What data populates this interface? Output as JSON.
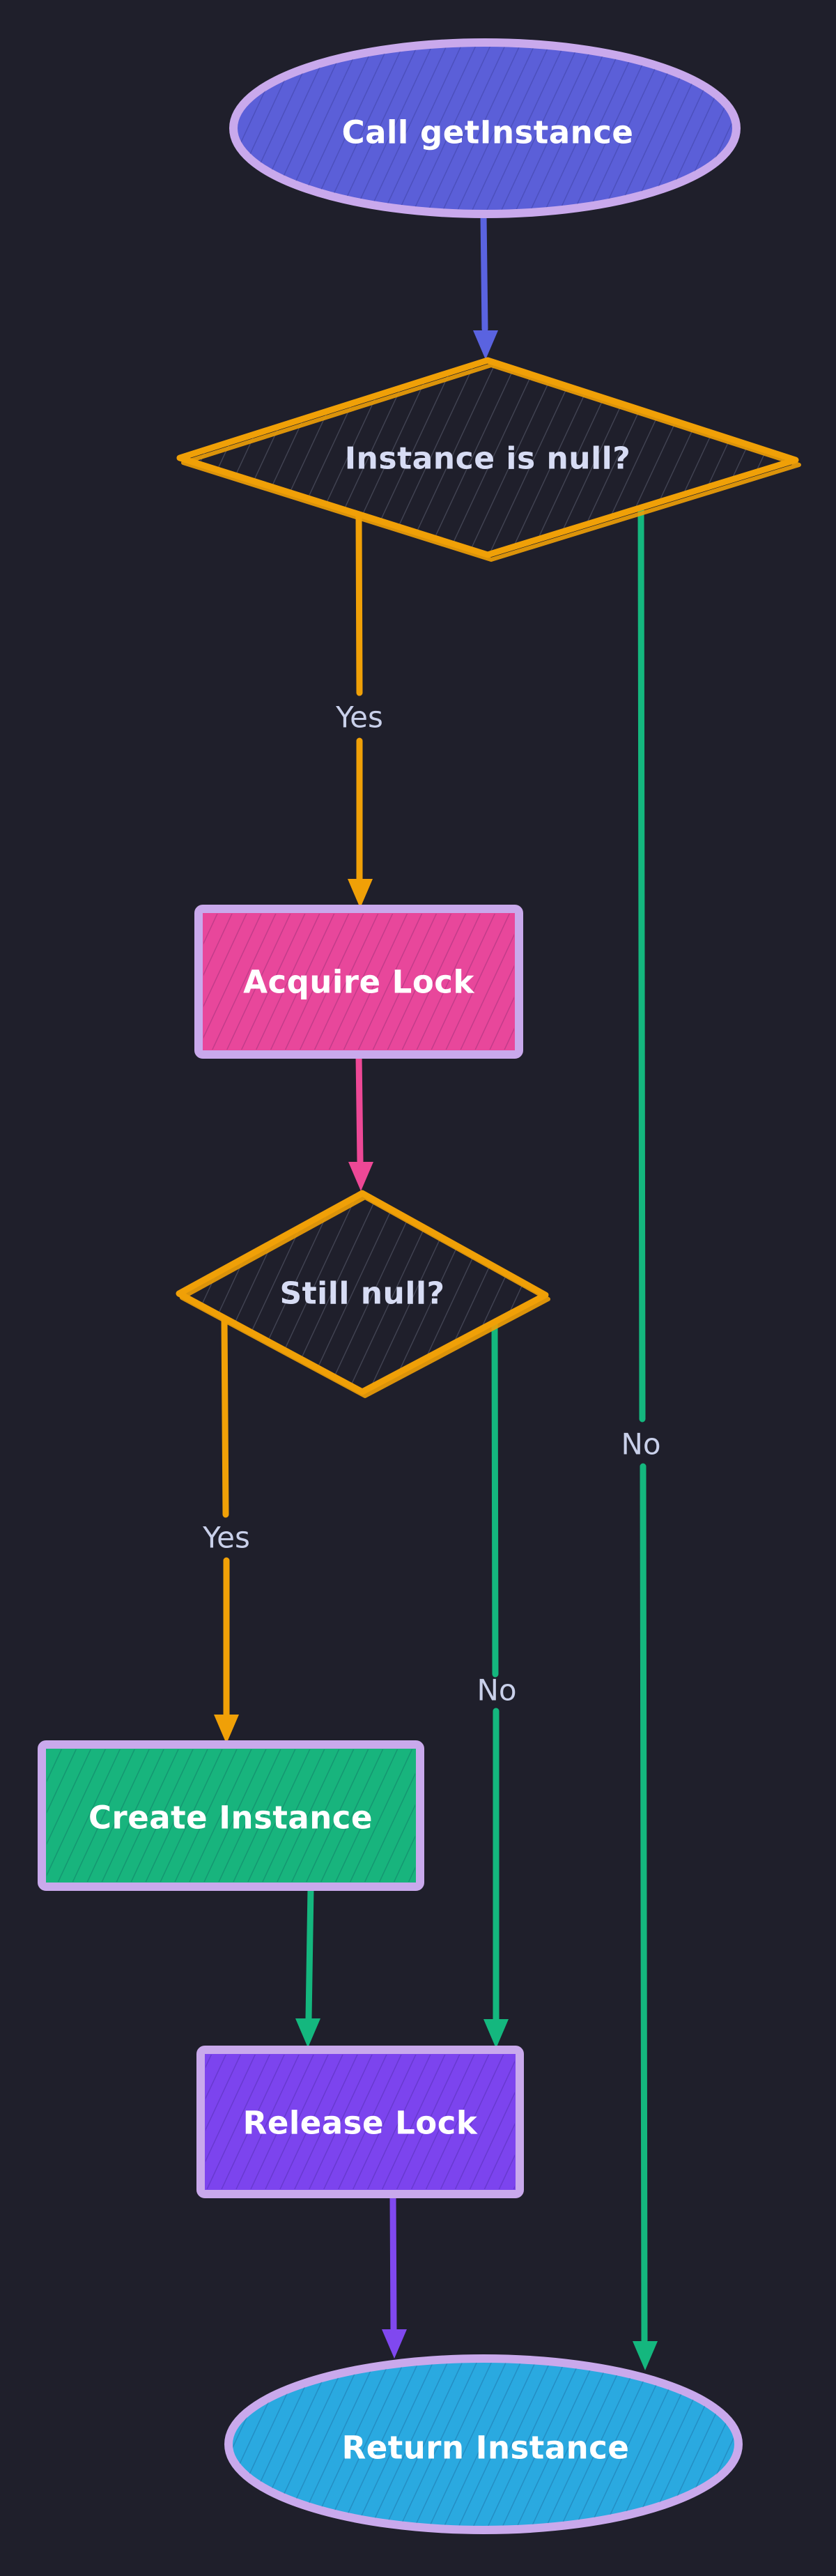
{
  "title": "Singleton getInstance flowchart",
  "colors": {
    "bg": "#1f1f2b",
    "border": "#c9a9ec",
    "node-text": "#ffffff",
    "decision-text": "#d7dcf4",
    "edge-label": "#c9d0ea"
  },
  "diagram": {
    "nodes": [
      {
        "id": "start",
        "type": "ellipse",
        "label": "Call getInstance",
        "fill": "#5b5fd8"
      },
      {
        "id": "check-null",
        "type": "decision",
        "label": "Instance is null?",
        "stroke": "#f0a007"
      },
      {
        "id": "acquire-lock",
        "type": "rect",
        "label": "Acquire Lock",
        "fill": "#e8479b"
      },
      {
        "id": "still-null",
        "type": "decision",
        "label": "Still null?",
        "stroke": "#f0a007"
      },
      {
        "id": "create-instance",
        "type": "rect",
        "label": "Create Instance",
        "fill": "#18b47d"
      },
      {
        "id": "release-lock",
        "type": "rect",
        "label": "Release Lock",
        "fill": "#7c44ee"
      },
      {
        "id": "end",
        "type": "ellipse",
        "label": "Return Instance",
        "fill": "#2aa9e0"
      }
    ],
    "edges": [
      {
        "from": "start",
        "to": "check-null",
        "color": "#5a63e0",
        "label": ""
      },
      {
        "from": "check-null",
        "to": "acquire-lock",
        "color": "#f0a007",
        "label": "Yes"
      },
      {
        "from": "check-null",
        "to": "end",
        "color": "#14b77e",
        "label": "No"
      },
      {
        "from": "acquire-lock",
        "to": "still-null",
        "color": "#ed4896",
        "label": ""
      },
      {
        "from": "still-null",
        "to": "create-instance",
        "color": "#f0a007",
        "label": "Yes"
      },
      {
        "from": "still-null",
        "to": "release-lock",
        "color": "#14b77e",
        "label": "No"
      },
      {
        "from": "create-instance",
        "to": "release-lock",
        "color": "#14b77e",
        "label": ""
      },
      {
        "from": "release-lock",
        "to": "end",
        "color": "#8048ef",
        "label": ""
      }
    ]
  }
}
